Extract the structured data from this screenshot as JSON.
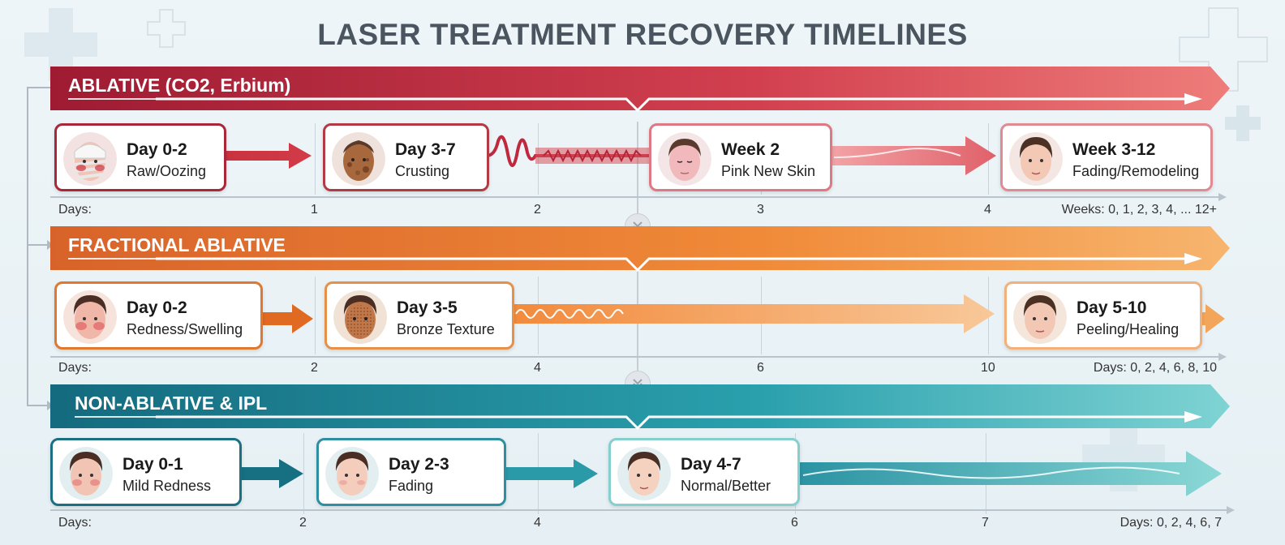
{
  "title": "LASER TREATMENT RECOVERY TIMELINES",
  "colors": {
    "ablative": "#c0283e",
    "fractional": "#e8782a",
    "non_ablative": "#1e7f93"
  },
  "sections": [
    {
      "label": "ABLATIVE (CO2, Erbium)",
      "axis_label": "Days:",
      "ticks": [
        "1",
        "2",
        "3",
        "4"
      ],
      "scale_note": "Weeks: 0, 1, 2, 3, 4, ... 12+",
      "stages": [
        {
          "title": "Day 0-2",
          "subtitle": "Raw/Oozing"
        },
        {
          "title": "Day 3-7",
          "subtitle": "Crusting"
        },
        {
          "title": "Week 2",
          "subtitle": "Pink New Skin"
        },
        {
          "title": "Week 3-12",
          "subtitle": "Fading/Remodeling"
        }
      ]
    },
    {
      "label": "FRACTIONAL ABLATIVE",
      "axis_label": "Days:",
      "ticks": [
        "2",
        "4",
        "6",
        "10"
      ],
      "scale_note": "Days: 0, 2, 4, 6, 8, 10",
      "stages": [
        {
          "title": "Day 0-2",
          "subtitle": "Redness/Swelling"
        },
        {
          "title": "Day 3-5",
          "subtitle": "Bronze Texture"
        },
        {
          "title": "Day 5-10",
          "subtitle": "Peeling/Healing"
        }
      ]
    },
    {
      "label": "NON-ABLATIVE & IPL",
      "axis_label": "Days:",
      "ticks": [
        "2",
        "4",
        "6",
        "7"
      ],
      "scale_note": "Days: 0, 2, 4, 6, 7",
      "stages": [
        {
          "title": "Day 0-1",
          "subtitle": "Mild Redness"
        },
        {
          "title": "Day 2-3",
          "subtitle": "Fading"
        },
        {
          "title": "Day 4-7",
          "subtitle": "Normal/Better"
        }
      ]
    }
  ]
}
